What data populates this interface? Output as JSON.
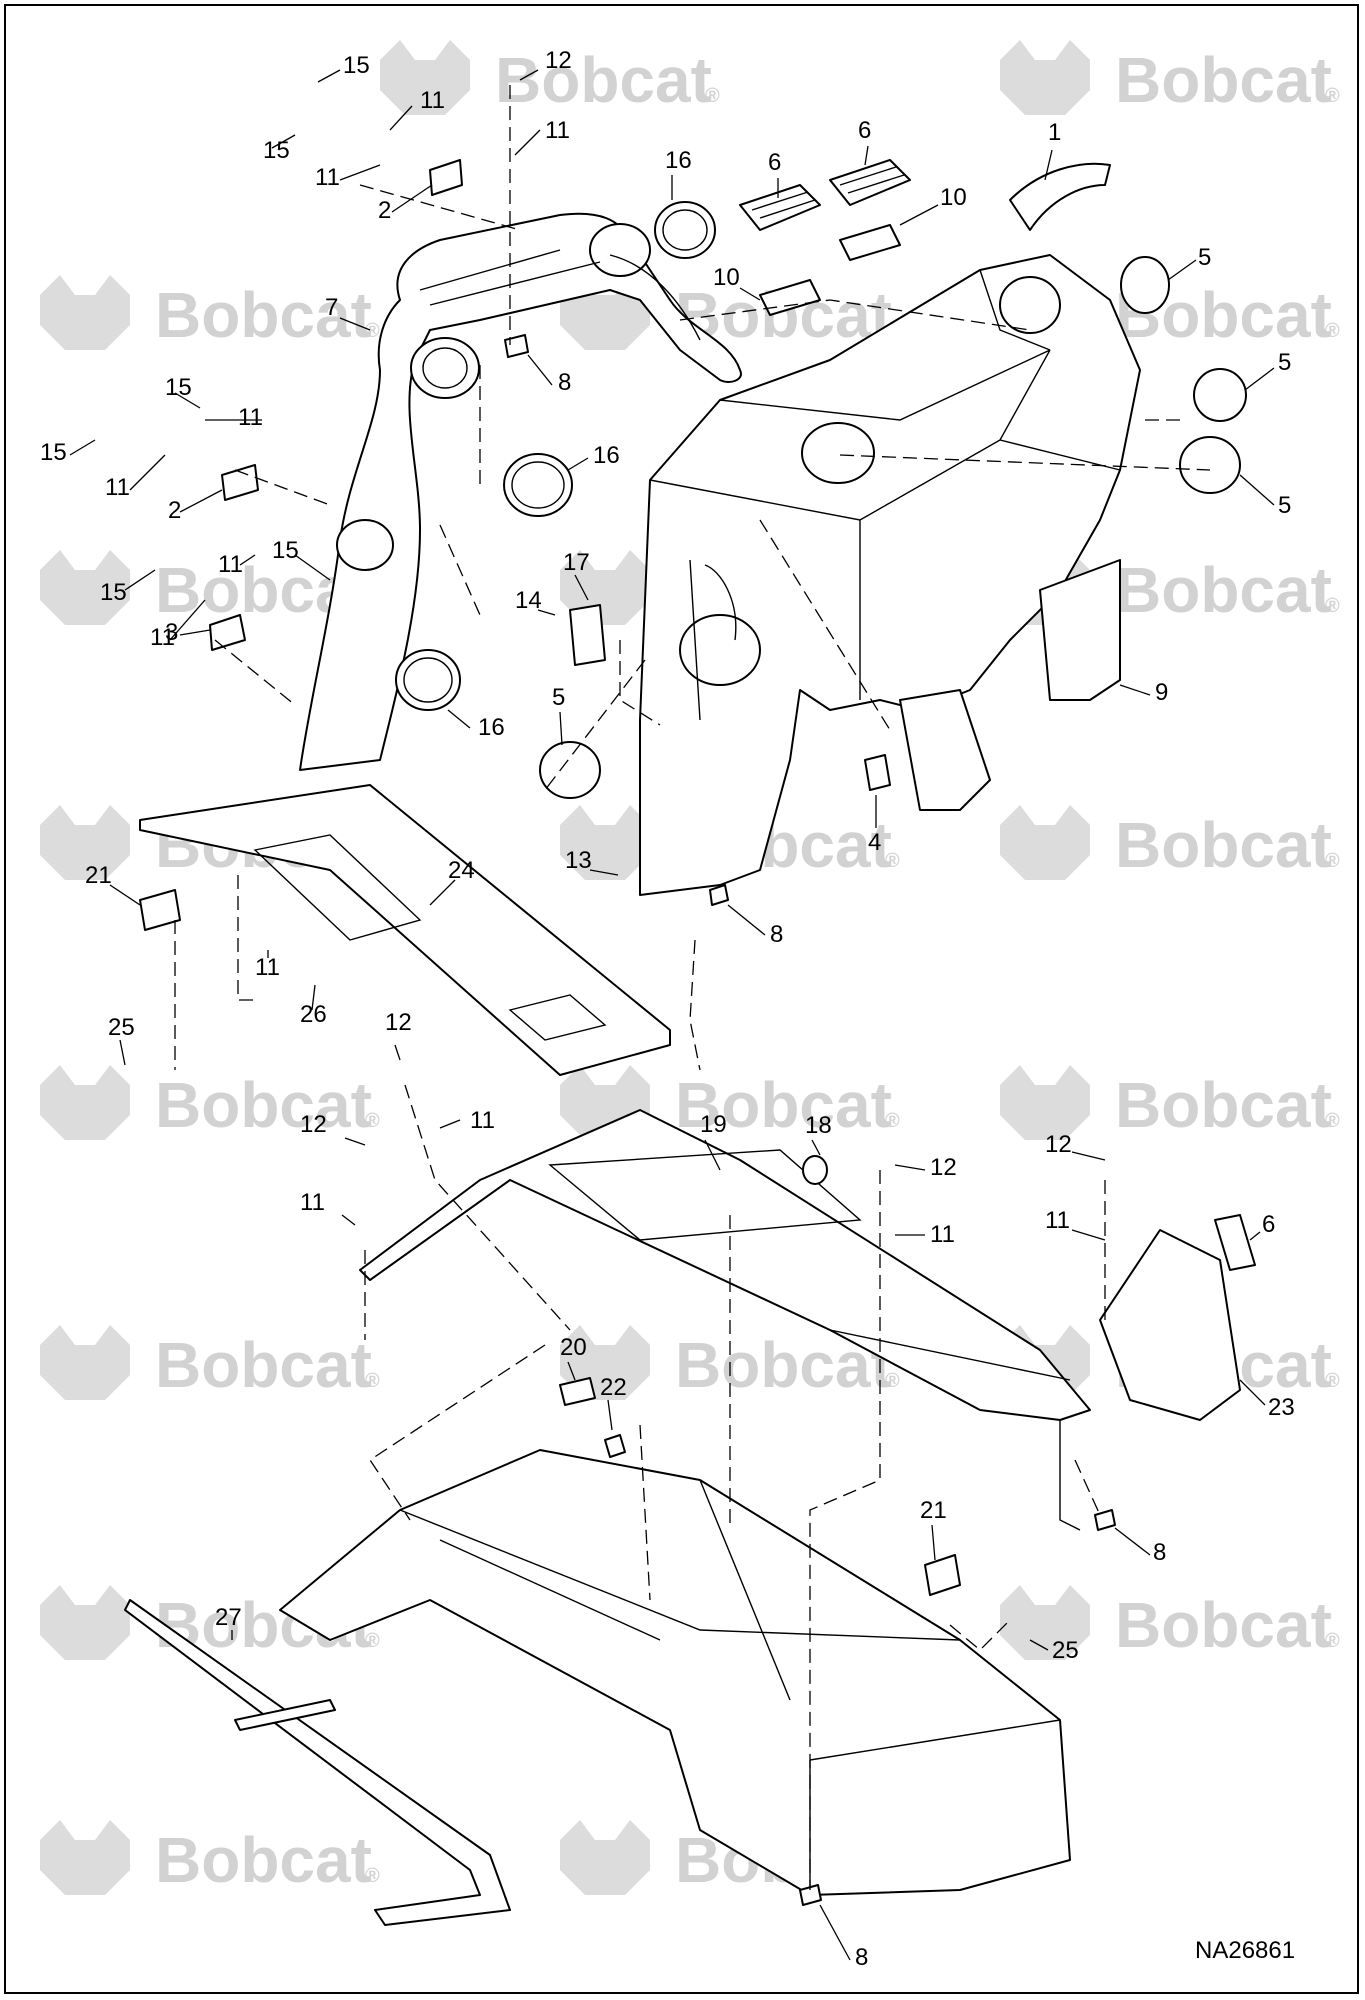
{
  "watermark": {
    "text": "Bobcat",
    "mark": "®"
  },
  "figure_id": "NA26861",
  "callouts": [
    {
      "n": "1"
    },
    {
      "n": "2"
    },
    {
      "n": "2"
    },
    {
      "n": "3"
    },
    {
      "n": "4"
    },
    {
      "n": "5"
    },
    {
      "n": "5"
    },
    {
      "n": "5"
    },
    {
      "n": "5"
    },
    {
      "n": "6"
    },
    {
      "n": "6"
    },
    {
      "n": "6"
    },
    {
      "n": "7"
    },
    {
      "n": "8"
    },
    {
      "n": "8"
    },
    {
      "n": "8"
    },
    {
      "n": "8"
    },
    {
      "n": "9"
    },
    {
      "n": "10"
    },
    {
      "n": "10"
    },
    {
      "n": "11"
    },
    {
      "n": "11"
    },
    {
      "n": "11"
    },
    {
      "n": "11"
    },
    {
      "n": "11"
    },
    {
      "n": "11"
    },
    {
      "n": "11"
    },
    {
      "n": "11"
    },
    {
      "n": "11"
    },
    {
      "n": "11"
    },
    {
      "n": "11"
    },
    {
      "n": "11"
    },
    {
      "n": "12"
    },
    {
      "n": "12"
    },
    {
      "n": "12"
    },
    {
      "n": "12"
    },
    {
      "n": "12"
    },
    {
      "n": "13"
    },
    {
      "n": "14"
    },
    {
      "n": "15"
    },
    {
      "n": "15"
    },
    {
      "n": "15"
    },
    {
      "n": "15"
    },
    {
      "n": "15"
    },
    {
      "n": "15"
    },
    {
      "n": "16"
    },
    {
      "n": "16"
    },
    {
      "n": "16"
    },
    {
      "n": "17"
    },
    {
      "n": "18"
    },
    {
      "n": "19"
    },
    {
      "n": "20"
    },
    {
      "n": "21"
    },
    {
      "n": "21"
    },
    {
      "n": "22"
    },
    {
      "n": "23"
    },
    {
      "n": "24"
    },
    {
      "n": "25"
    },
    {
      "n": "25"
    },
    {
      "n": "26"
    },
    {
      "n": "27"
    }
  ]
}
